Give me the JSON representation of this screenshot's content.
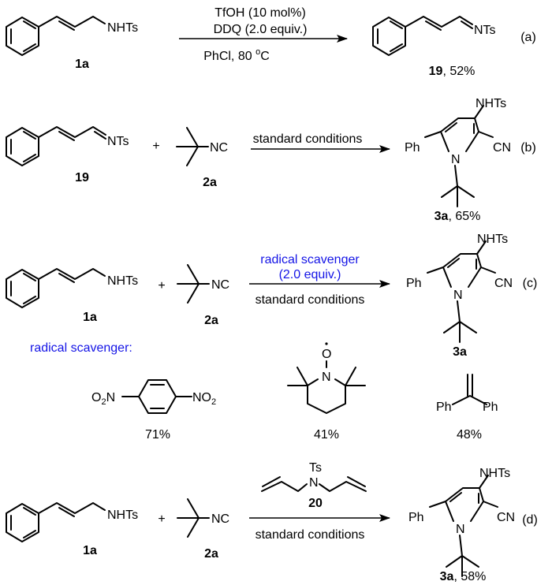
{
  "colors": {
    "ink": "#000000",
    "highlight": "#1414e6",
    "background": "#ffffff"
  },
  "scheme_a": {
    "label": "(a)",
    "substrate": {
      "group": "NHTs",
      "id": "1a"
    },
    "conditions_above": [
      "TfOH (10 mol%)",
      "DDQ (2.0 equiv.)"
    ],
    "conditions_below": "PhCl, 80 ",
    "conditions_deg": "o",
    "conditions_unit": "C",
    "product": {
      "group": "NTs",
      "id": "19",
      "yield": ", 52%"
    }
  },
  "scheme_b": {
    "label": "(b)",
    "substrate": {
      "group": "NTs",
      "id": "19"
    },
    "plus": "+",
    "reagent": {
      "group": "NC",
      "id": "2a"
    },
    "conditions_above": "standard conditions",
    "product": {
      "top_group": "NHTs",
      "left_group": "Ph",
      "right_group": "CN",
      "ring_atom": "N",
      "id": "3a",
      "yield": ", 65%"
    }
  },
  "scheme_c": {
    "label": "(c)",
    "substrate": {
      "group": "NHTs",
      "id": "1a"
    },
    "plus": "+",
    "reagent": {
      "group": "NC",
      "id": "2a"
    },
    "conditions_above": [
      "radical scavenger",
      "(2.0 equiv.)"
    ],
    "conditions_below": "standard conditions",
    "product": {
      "top_group": "NHTs",
      "left_group": "Ph",
      "right_group": "CN",
      "ring_atom": "N",
      "id": "3a"
    },
    "scavenger_heading": "radical scavenger:",
    "scavengers": [
      {
        "left": "O",
        "left_sub": "2",
        "left_n": "N",
        "right_n": "NO",
        "right_sub": "2",
        "yield": "71%"
      },
      {
        "o_atom": "O",
        "n_atom": "N",
        "yield": "41%"
      },
      {
        "left": "Ph",
        "right": "Ph",
        "yield": "48%"
      }
    ]
  },
  "scheme_d": {
    "label": "(d)",
    "substrate": {
      "group": "NHTs",
      "id": "1a"
    },
    "plus": "+",
    "reagent": {
      "group": "NC",
      "id": "2a"
    },
    "additive": {
      "top": "Ts",
      "atom": "N",
      "id": "20"
    },
    "conditions_below": "standard conditions",
    "product": {
      "top_group": "NHTs",
      "left_group": "Ph",
      "right_group": "CN",
      "ring_atom": "N",
      "id": "3a",
      "yield": ", 58%"
    }
  }
}
